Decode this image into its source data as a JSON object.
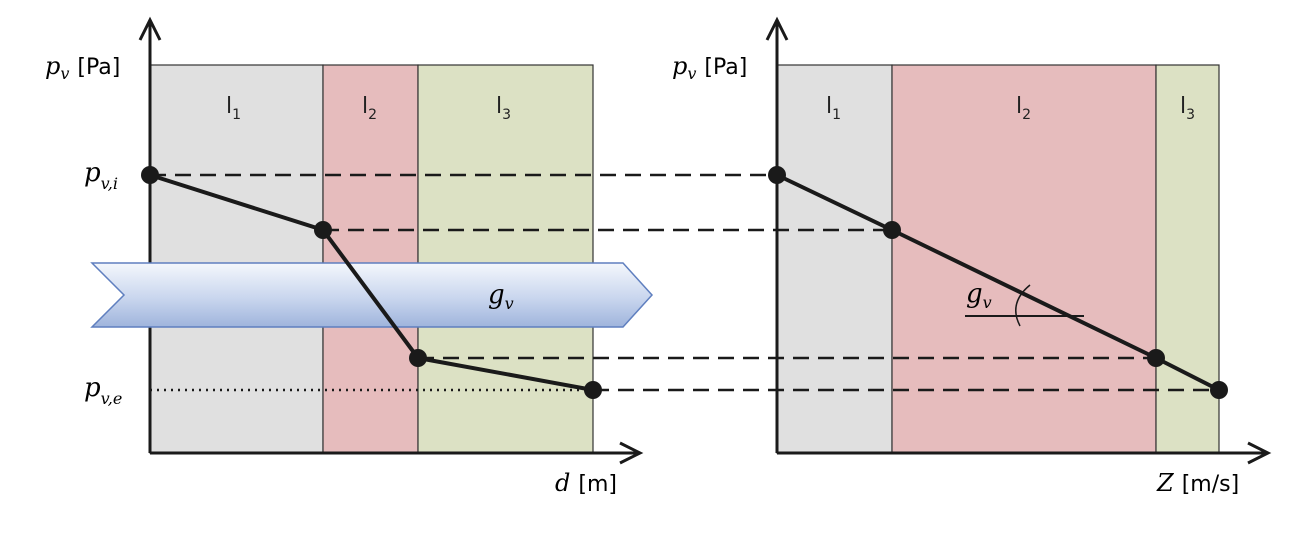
{
  "left_panel": {
    "y_axis_symbol": "p",
    "y_axis_sub": "v",
    "y_axis_unit": "[Pa]",
    "x_axis_symbol": "d",
    "x_axis_unit": "[m]",
    "pvi_symbol": "p",
    "pvi_sub": "v,i",
    "pve_symbol": "p",
    "pve_sub": "v,e",
    "layers": [
      {
        "name": "l",
        "sub": "1"
      },
      {
        "name": "l",
        "sub": "2"
      },
      {
        "name": "l",
        "sub": "3"
      }
    ],
    "flux_symbol": "g",
    "flux_sub": "v"
  },
  "right_panel": {
    "y_axis_symbol": "p",
    "y_axis_sub": "v",
    "y_axis_unit": "[Pa]",
    "x_axis_symbol": "Z",
    "x_axis_unit": "[m/s]",
    "layers": [
      {
        "name": "l",
        "sub": "1"
      },
      {
        "name": "l",
        "sub": "2"
      },
      {
        "name": "l",
        "sub": "3"
      }
    ],
    "slope_symbol": "g",
    "slope_sub": "v"
  },
  "colors": {
    "layer1": "#e0e0e0",
    "layer2": "#e6bcbd",
    "layer3": "#dce1c4",
    "line": "#1a1a1a",
    "arrow_light": "#eef3fb",
    "arrow_dark": "#aebfe0"
  }
}
